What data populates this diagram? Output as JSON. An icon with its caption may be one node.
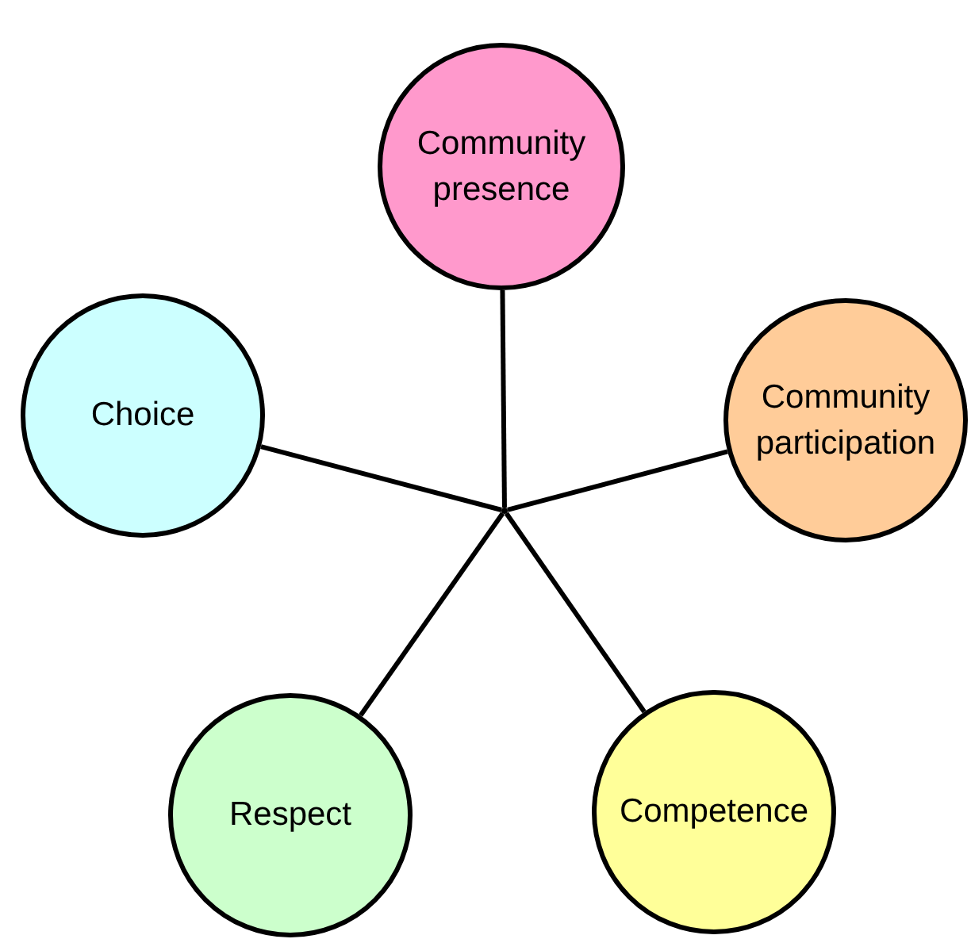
{
  "diagram": {
    "nodes": [
      {
        "text": [
          "Community presence"
        ]
      },
      {
        "text": [
          "Choice"
        ]
      },
      {
        "text": [
          "Community participation"
        ]
      },
      {
        "text": [
          "Respect"
        ]
      },
      {
        "text": [
          "Competence"
        ]
      },
      {
        "text": [],
        "shape": "point"
      }
    ],
    "edges": [
      {
        "from": 0,
        "to": 5,
        "arrow": "none"
      },
      {
        "from": 1,
        "to": 5,
        "arrow": "none"
      },
      {
        "from": 2,
        "to": 5,
        "arrow": "none"
      },
      {
        "from": 3,
        "to": 5,
        "arrow": "none"
      },
      {
        "from": 4,
        "to": 5,
        "arrow": "none"
      }
    ]
  }
}
